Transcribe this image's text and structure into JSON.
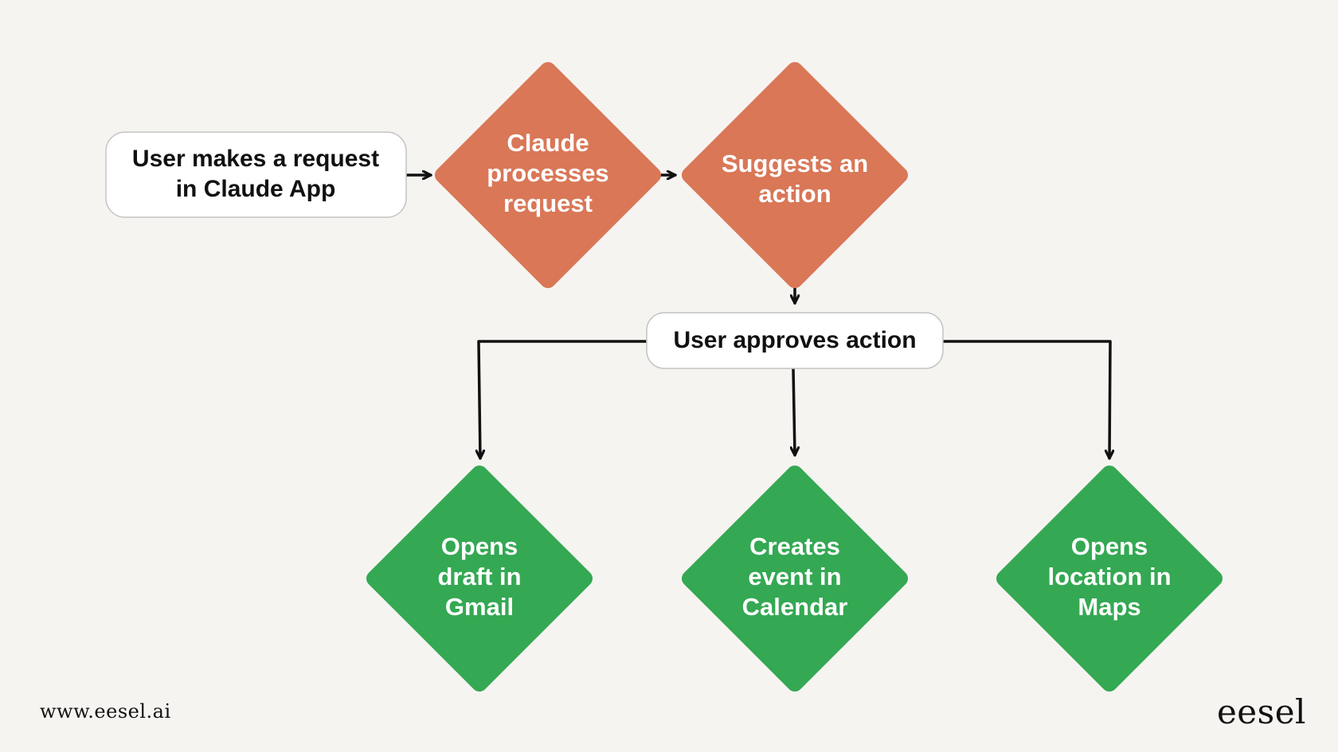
{
  "nodes": {
    "user_request": {
      "lines": [
        "User makes a request",
        "in Claude App"
      ]
    },
    "claude_processes": {
      "lines": [
        "Claude",
        "processes",
        "request"
      ]
    },
    "suggests_action": {
      "lines": [
        "Suggests an",
        "action"
      ]
    },
    "user_approves": {
      "lines": [
        "User approves action"
      ]
    },
    "gmail": {
      "lines": [
        "Opens",
        "draft in",
        "Gmail"
      ]
    },
    "calendar": {
      "lines": [
        "Creates",
        "event in",
        "Calendar"
      ]
    },
    "maps": {
      "lines": [
        "Opens",
        "location in",
        "Maps"
      ]
    }
  },
  "footer": {
    "url": "www.eesel.ai",
    "logo": "eesel"
  },
  "colors": {
    "background": "#f6f4f1",
    "orange": "#d97757",
    "green": "#34a853",
    "box_fill": "#ffffff",
    "box_border": "#c4c4c4",
    "text_dark": "#111111"
  }
}
